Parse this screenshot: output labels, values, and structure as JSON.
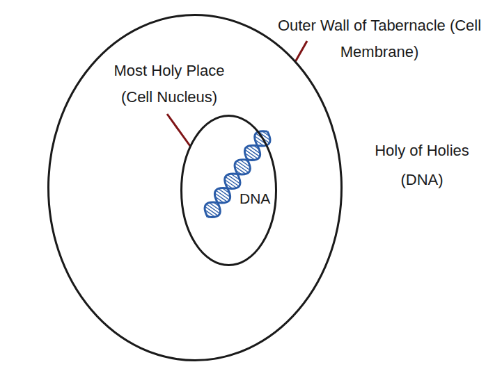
{
  "diagram": {
    "nodes": [
      {
        "text": [
          "Outer Wall of Tabernacle (Cell Membrane)"
        ]
      },
      {
        "text": [
          "Most Holy Place (Cell Nucleus)",
          "DNA"
        ],
        "in": 0
      }
    ],
    "labels": [
      "Holy of Holies (DNA)"
    ]
  }
}
